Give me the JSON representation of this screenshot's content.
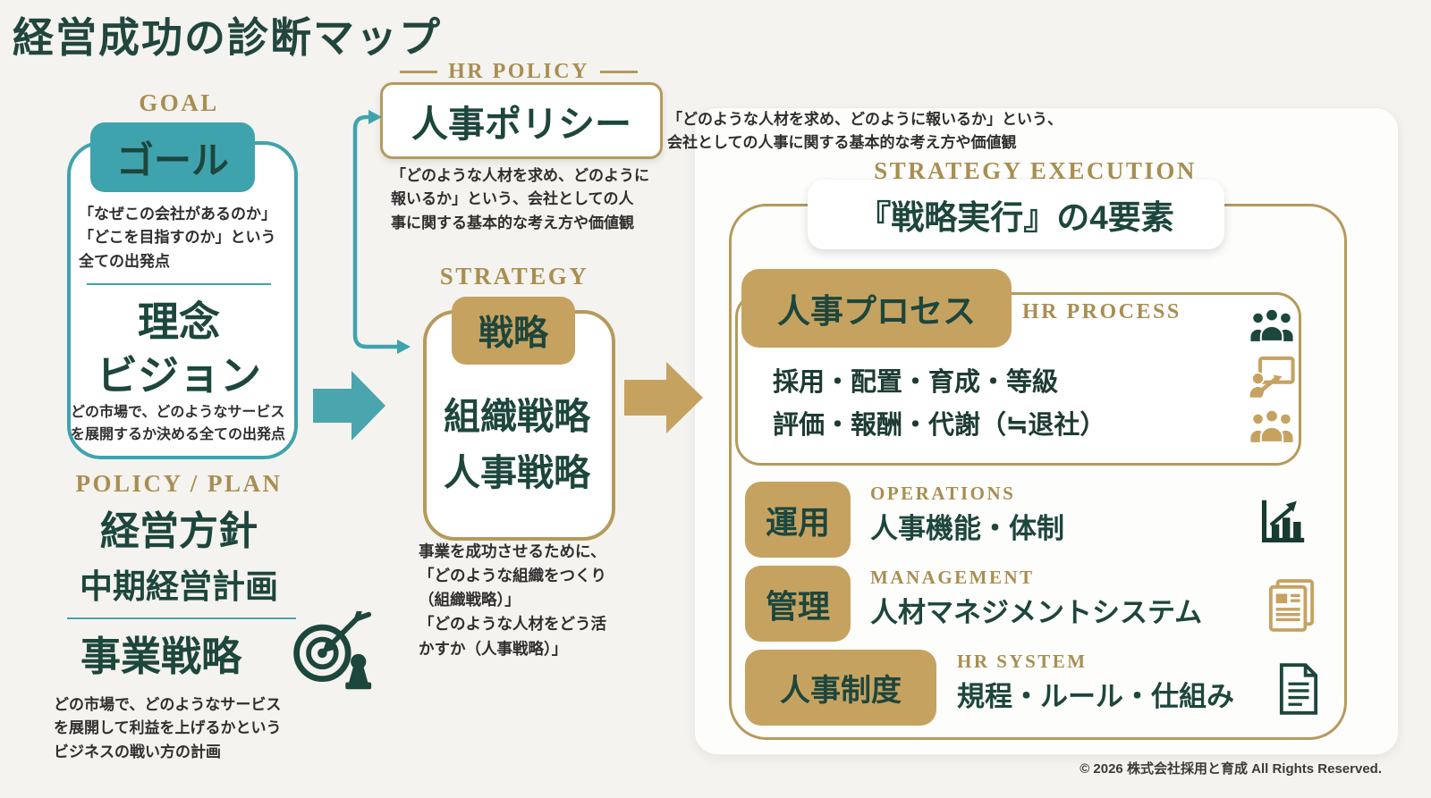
{
  "page": {
    "title": "経営成功の診断マップ",
    "copyright": "© 2026 株式会社採用と育成 All Rights Reserved."
  },
  "colors": {
    "teal": "#3fa3ae",
    "dark_green": "#1d463c",
    "tan_badge": "#c6a261",
    "gold_border": "#b59a5c",
    "gold_label": "#a98e52",
    "background": "#f5f3ef",
    "text_dark": "#2f2f2f"
  },
  "goal": {
    "label_en": "GOAL",
    "badge": "ゴール",
    "desc_top": "「なぜこの会社があるのか」\n「どこを目指すのか」という\n全ての出発点",
    "heading_line1": "理念",
    "heading_line2": "ビジョン",
    "desc_bottom": "どの市場で、どのようなサービス\nを展開するか決める全ての出発点"
  },
  "policy_plan": {
    "label_en": "POLICY / PLAN",
    "heading1": "経営方針",
    "heading2": "中期経営計画",
    "heading3": "事業戦略",
    "desc": "どの市場で、どのようなサービス\nを展開して利益を上げるかという\nビジネスの戦い方の計画"
  },
  "hr_policy": {
    "label_en": "HR POLICY",
    "heading": "人事ポリシー",
    "desc_below": "「どのような人材を求め、どのように\n報いるか」という、会社としての人\n事に関する基本的な考え方や価値観",
    "desc_right": "「どのような人材を求め、どのように報いるか」という、\n  会社としての人事に関する基本的な考え方や価値観"
  },
  "strategy": {
    "label_en": "STRATEGY",
    "badge": "戦略",
    "heading_line1": "組織戦略",
    "heading_line2": "人事戦略",
    "desc": "事業を成功させるために、\n「どのような組織をつくり\n（組織戦略）」\n「どのような人材をどう活\nかすか（人事戦略）」"
  },
  "execution": {
    "label_en": "STRATEGY EXECUTION",
    "heading": "『戦略実行』の4要素",
    "hr_process": {
      "badge": "人事プロセス",
      "label_en": "HR PROCESS",
      "line1": "採用・配置・育成・等級",
      "line2": "評価・報酬・代謝（≒退社）"
    },
    "rows": [
      {
        "badge": "運用",
        "label_en": "OPERATIONS",
        "text": "人事機能・体制"
      },
      {
        "badge": "管理",
        "label_en": "MANAGEMENT",
        "text": "人材マネジメントシステム"
      },
      {
        "badge": "人事制度",
        "label_en": "HR SYSTEM",
        "text": "規程・ルール・仕組み"
      }
    ]
  },
  "icons": {
    "business_strategy": "target-dart-pawn-icon",
    "hr_process_top": "people-group-icon",
    "hr_process_middle": "presenter-board-icon",
    "hr_process_bottom": "people-group-icon",
    "operations": "bar-chart-growth-icon",
    "management": "documents-icon",
    "hr_system": "document-icon"
  }
}
